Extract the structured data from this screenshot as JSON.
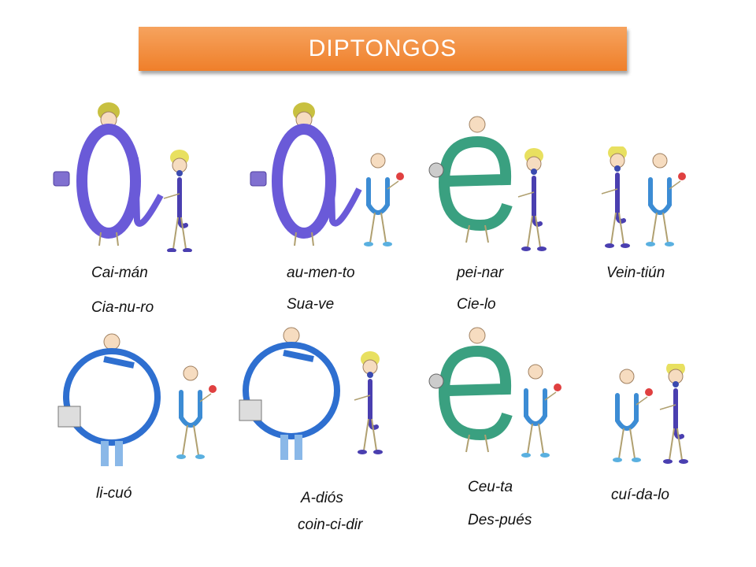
{
  "title": "DIPTONGOS",
  "colors": {
    "banner": "#f08a3c",
    "a_letter": "#6a5ad8",
    "e_letter": "#3aa080",
    "u_letter": "#3c8cd4",
    "i_letter": "#4a3fb0",
    "o_letter": "#2e6fd0"
  },
  "figures": [
    {
      "name": "a-i"
    },
    {
      "name": "a-u"
    },
    {
      "name": "e-i"
    },
    {
      "name": "i-u"
    },
    {
      "name": "o-u"
    },
    {
      "name": "o-i"
    },
    {
      "name": "e-u"
    },
    {
      "name": "u-i"
    }
  ],
  "words": {
    "w1": "Cai-mán",
    "w2": "Cia-nu-ro",
    "w3": "au-men-to",
    "w4": "Sua-ve",
    "w5": "pei-nar",
    "w6": "Cie-lo",
    "w7": "Vein-tiún",
    "w8": "li-cuó",
    "w9": "A-diós",
    "w10": "coin-ci-dir",
    "w11": "Ceu-ta",
    "w12": "Des-pués",
    "w13": "cuí-da-lo"
  }
}
